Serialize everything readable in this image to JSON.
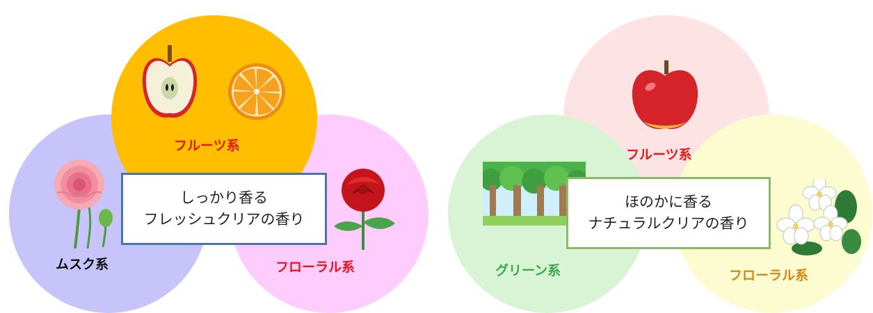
{
  "colors": {
    "label_red": "#e4151b",
    "label_black": "#111111",
    "label_green": "#3aa84a",
    "label_orange": "#d9850f",
    "left_box_border": "#4a74aa",
    "right_box_border": "#8cb86a"
  },
  "left": {
    "top": {
      "label": "フルーツ系",
      "color": "#ffbf00",
      "icons": [
        "apple-half-icon",
        "orange-slice-icon"
      ]
    },
    "left": {
      "label": "ムスク系",
      "color": "#c6c4fb",
      "icon": "pink-carnation-icon"
    },
    "right": {
      "label": "フローラル系",
      "color": "#ffcdfd",
      "icon": "red-rose-icon"
    },
    "center": {
      "line1": "しっかり香る",
      "line2": "フレッシュクリアの香り"
    }
  },
  "right": {
    "top": {
      "label": "フルーツ系",
      "color": "#fde3e3",
      "icon": "red-apple-icon"
    },
    "left": {
      "label": "グリーン系",
      "color": "#d8f4d5",
      "icon": "forest-icon"
    },
    "right": {
      "label": "フローラル系",
      "color": "#fdfbd0",
      "icon": "white-flowers-icon"
    },
    "center": {
      "line1": "ほのかに香る",
      "line2": "ナチュラルクリアの香り"
    }
  }
}
